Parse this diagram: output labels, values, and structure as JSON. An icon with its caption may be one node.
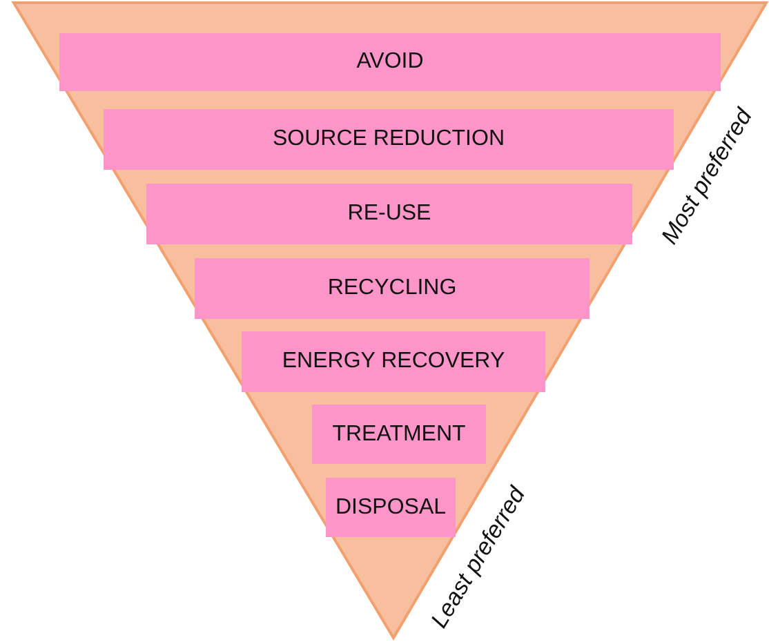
{
  "diagram": {
    "nodes": [
      {
        "text": [
          "AVOID"
        ]
      },
      {
        "text": [
          "SOURCE REDUCTION"
        ]
      },
      {
        "text": [
          "RE-USE"
        ]
      },
      {
        "text": [
          "RECYCLING"
        ]
      },
      {
        "text": [
          "ENERGY RECOVERY"
        ]
      },
      {
        "text": [
          "TREATMENT"
        ]
      },
      {
        "text": [
          "DISPOSAL"
        ]
      }
    ],
    "edges": [],
    "labels": [
      "Most preferred",
      "Least preferred"
    ]
  }
}
